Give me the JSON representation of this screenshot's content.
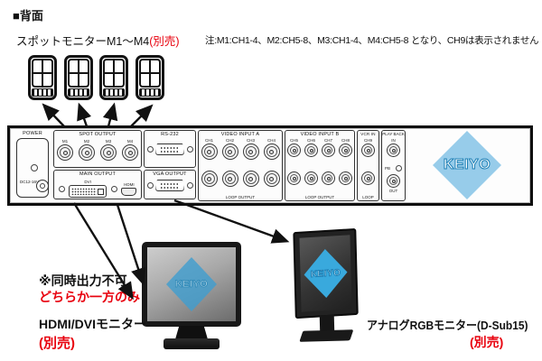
{
  "title": "■背面",
  "brand": "KEIYO",
  "colors": {
    "accent_red": "#e8000d",
    "keiyo_blue": "#45a9dc",
    "panel_outline": "#0e0e0e"
  },
  "spot": {
    "label": "スポットモニターM1〜M4",
    "option": "(別売)"
  },
  "note": "注:M1:CH1-4、M2:CH5-8、M3:CH1-4、M4:CH5-8 となり、CH9は表示されません",
  "panel": {
    "power": {
      "label": "POWER",
      "voltage": "DC12-16V"
    },
    "spot_output": {
      "label": "SPOT OUTPUT",
      "ports": [
        "M1",
        "M2",
        "M3",
        "M4"
      ]
    },
    "main_output": {
      "label": "MAIN OUTPUT",
      "dvi": "DVI",
      "hdmi": "HDMI"
    },
    "rs232": {
      "label": "RS-232"
    },
    "vga": {
      "label": "VGA OUTPUT"
    },
    "input_a": {
      "label": "VIDEO INPUT A",
      "channels": [
        "CH1",
        "CH2",
        "CH3",
        "CH4"
      ],
      "loop": "LOOP OUTPUT"
    },
    "input_b": {
      "label": "VIDEO INPUT B",
      "channels": [
        "CH5",
        "CH6",
        "CH7",
        "CH8"
      ],
      "loop": "LOOP OUTPUT"
    },
    "vcr": {
      "label": "VCR IN",
      "channel": "CH9",
      "loop": "LOOP"
    },
    "play": {
      "label": "PLAY BACK",
      "in": "IN",
      "out": "OUT",
      "pb": "PB"
    }
  },
  "hdmi_monitor": {
    "warn1": "※同時出力不可",
    "warn2": "どちらか一方のみ",
    "label": "HDMI/DVIモニター",
    "option": "(別売)"
  },
  "rgb_monitor": {
    "label": "アナログRGBモニター(D-Sub15)",
    "option": "(別売)"
  }
}
